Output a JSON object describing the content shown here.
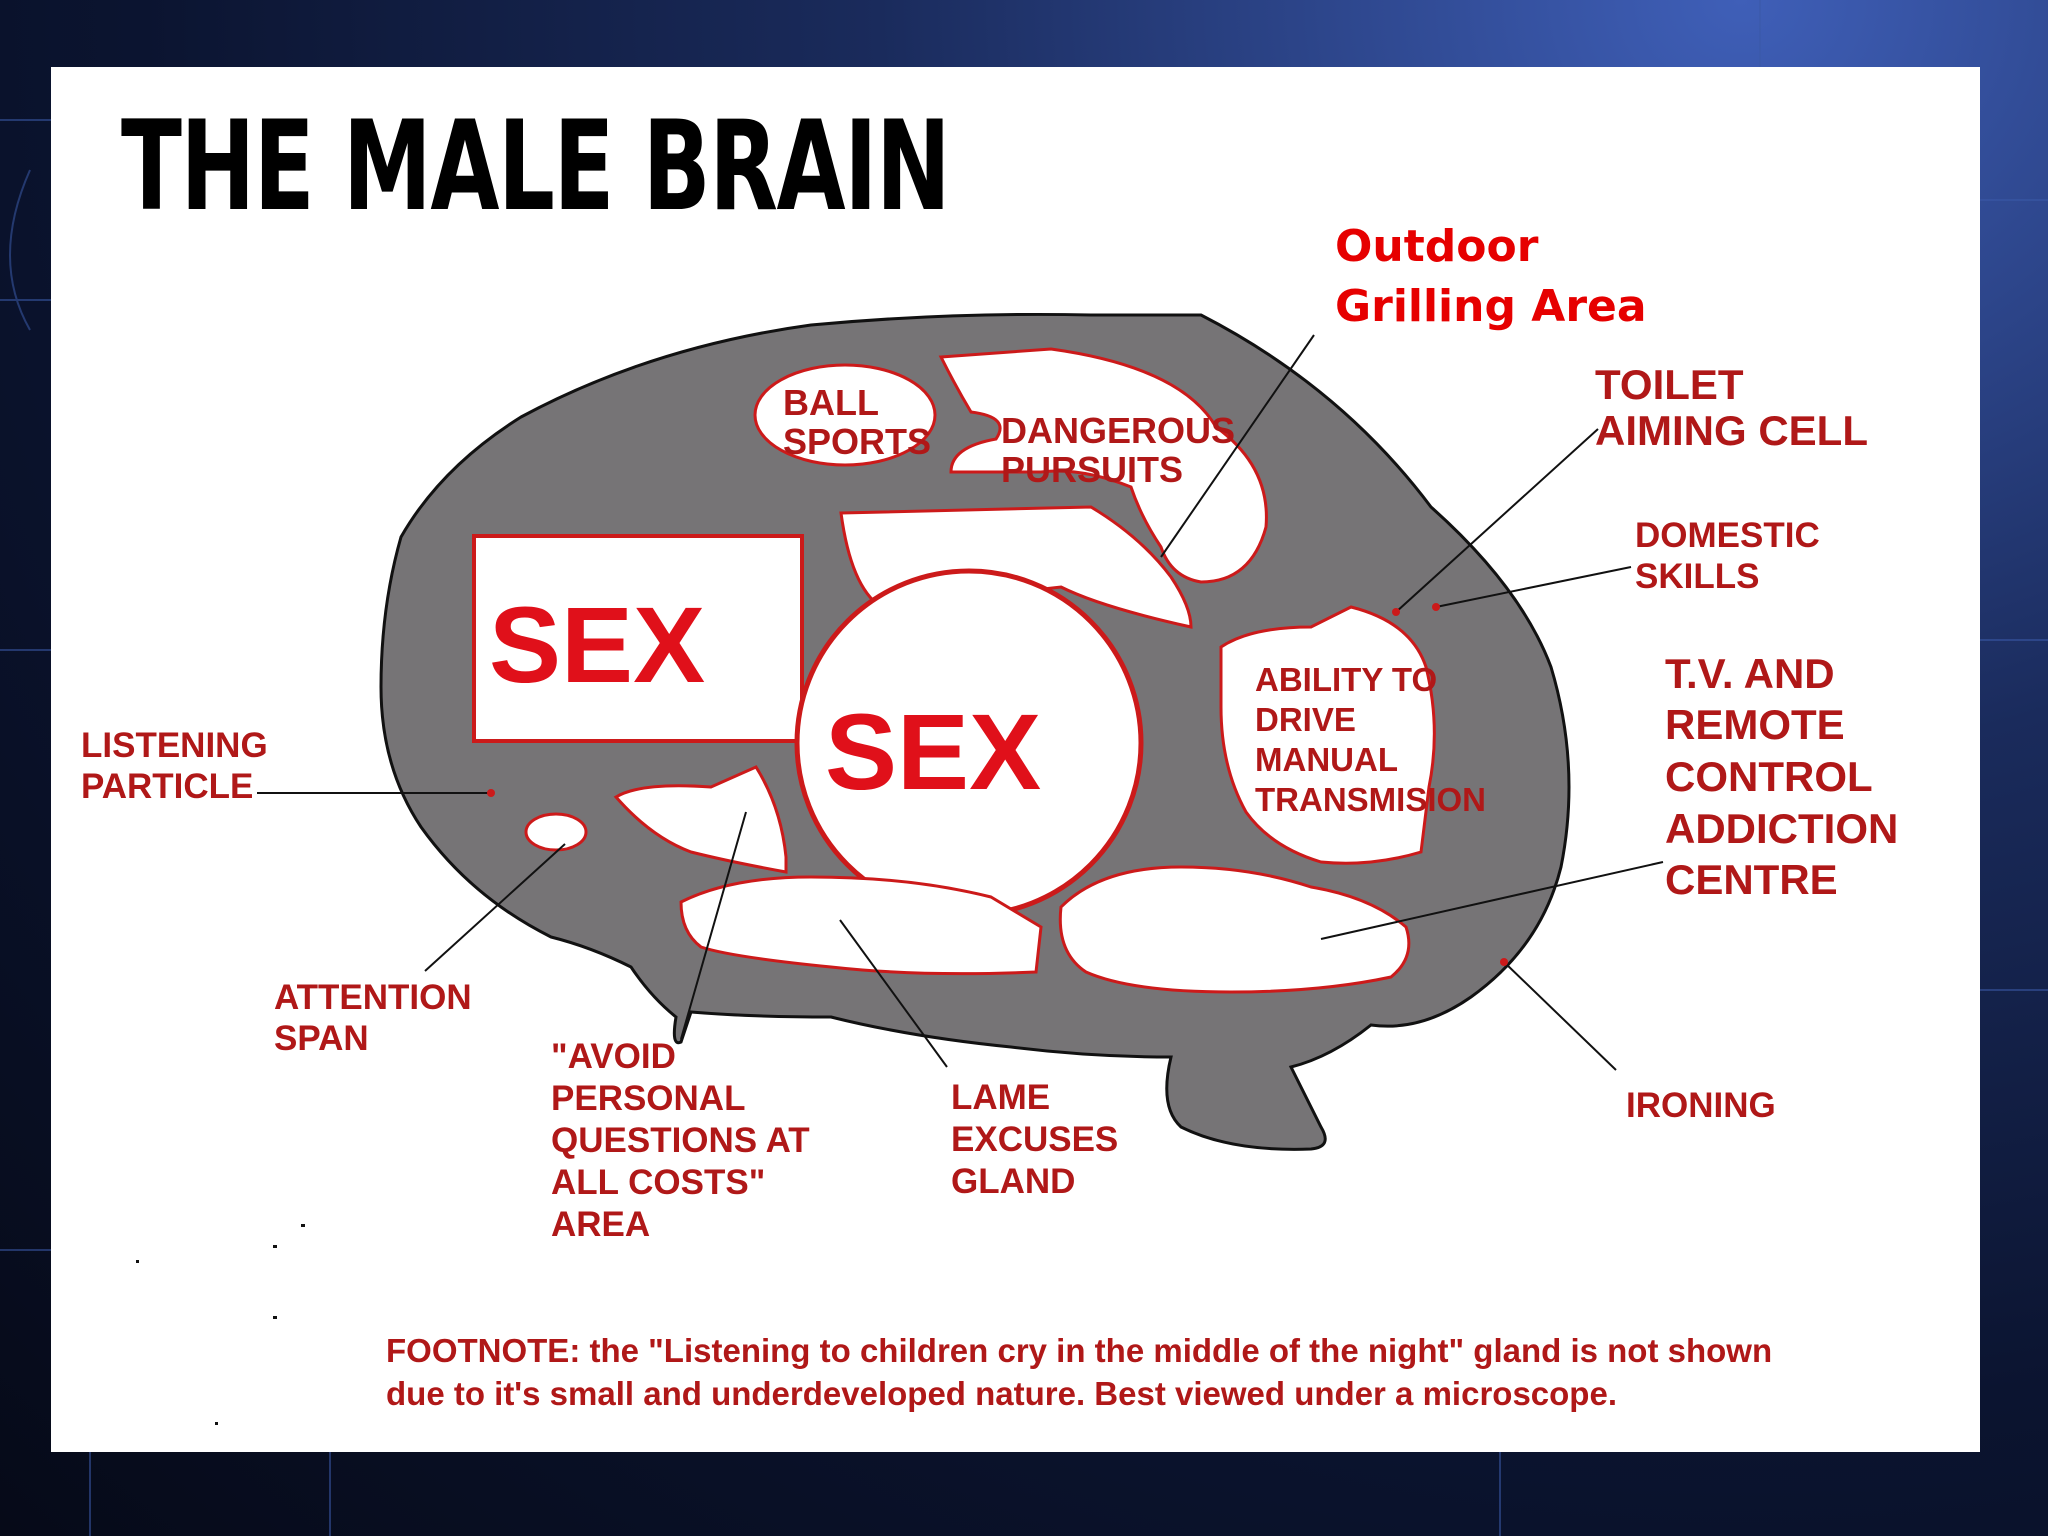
{
  "title": "THE MALE BRAIN",
  "colors": {
    "red": "#c8101a",
    "brain_gray": "#767476",
    "callout_red": "#e60000"
  },
  "regions": {
    "ball_sports": [
      "BALL",
      "SPORTS"
    ],
    "dangerous_pursuits": [
      "DANGEROUS",
      "PURSUITS"
    ],
    "sex_box": "SEX",
    "sex_circle": "SEX",
    "ability_to_drive": [
      "ABILITY TO",
      "DRIVE",
      "MANUAL",
      "TRANSMISION"
    ]
  },
  "labels": {
    "toilet": [
      "TOILET",
      "AIMING CELL"
    ],
    "domestic": [
      "DOMESTIC",
      "SKILLS"
    ],
    "tv": [
      "T.V. AND",
      "REMOTE",
      "CONTROL",
      "ADDICTION",
      "CENTRE"
    ],
    "listening": [
      "LISTENING",
      "PARTICLE"
    ],
    "attention": [
      "ATTENTION",
      "SPAN"
    ],
    "avoid": [
      "\"AVOID",
      "PERSONAL",
      "QUESTIONS AT",
      "ALL COSTS\"",
      "AREA"
    ],
    "lame": [
      "LAME",
      "EXCUSES",
      "GLAND"
    ],
    "ironing": "IRONING"
  },
  "outdoor": "Outdoor\nGrilling Area",
  "footnote": "FOOTNOTE: the \"Listening to children cry in the middle of the night\" gland is not shown\ndue to it's small and underdeveloped nature.  Best viewed under a microscope."
}
